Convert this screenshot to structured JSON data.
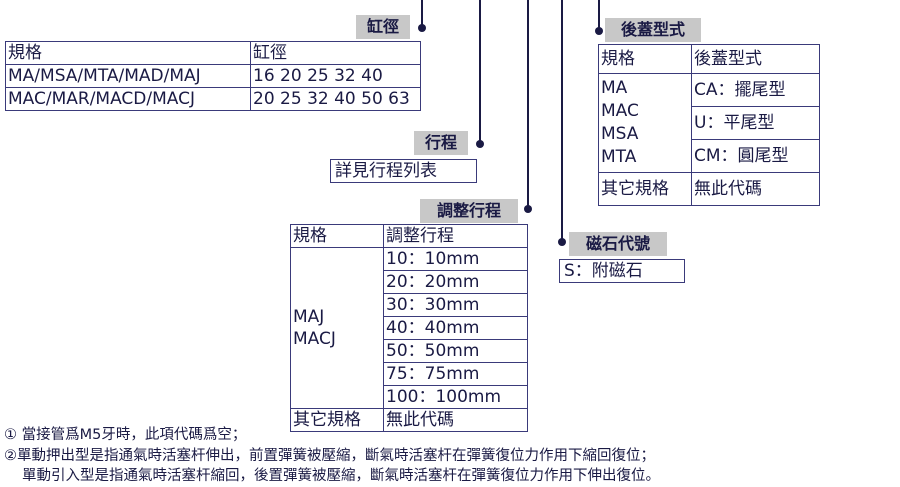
{
  "bore": {
    "header": "缸徑",
    "col1": "規格",
    "col2": "缸徑",
    "rows": [
      {
        "model": "MA/MSA/MTA/MAD/MAJ",
        "values": "16 20 25 32 40"
      },
      {
        "model": "MAC/MAR/MACD/MACJ",
        "values": "20 25 32 40 50 63"
      }
    ]
  },
  "stroke": {
    "header": "行程",
    "text": "詳見行程列表"
  },
  "adjust": {
    "header": "調整行程",
    "col1": "規格",
    "col2": "調整行程",
    "model_line1": "MAJ",
    "model_line2": "MACJ",
    "items": [
      "10：10mm",
      "20：20mm",
      "30：30mm",
      "40：40mm",
      "50：50mm",
      "75：75mm",
      "100：100mm"
    ],
    "other_model": "其它規格",
    "other_value": "無此代碼"
  },
  "magnet": {
    "header": "磁石代號",
    "text": "S：附磁石"
  },
  "rear": {
    "header": "後蓋型式",
    "col1": "規格",
    "col2": "後蓋型式",
    "models": [
      "MA",
      "MAC",
      "MSA",
      "MTA"
    ],
    "types": [
      "CA：擺尾型",
      "U：平尾型",
      "CM：圓尾型"
    ],
    "other_model": "其它規格",
    "other_value": "無此代碼"
  },
  "notes": {
    "n1": "① 當接管爲M5牙時，此項代碼爲空；",
    "n2": "②單動押出型是指通氣時活塞杆伸出，前置彈簧被壓縮，斷氣時活塞杆在彈簧復位力作用下縮回復位；",
    "n3": "單動引入型是指通氣時活塞杆縮回，後置彈簧被壓縮，斷氣時活塞杆在彈簧復位力作用下伸出復位。"
  }
}
